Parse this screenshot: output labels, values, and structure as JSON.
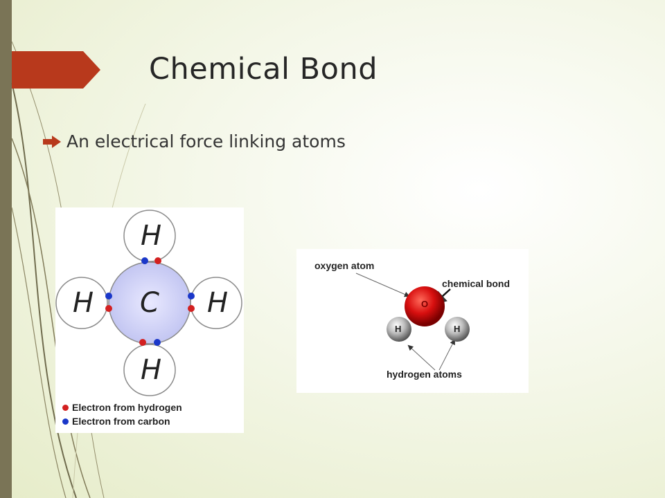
{
  "slide": {
    "title": "Chemical Bond",
    "bullets": [
      "An electrical force linking atoms"
    ]
  },
  "methane_figure": {
    "center_atom": "C",
    "outer_atoms": [
      "H",
      "H",
      "H",
      "H"
    ],
    "legend": [
      {
        "label": "Electron from hydrogen",
        "color": "#d32020"
      },
      {
        "label": "Electron from carbon",
        "color": "#1a37c9"
      }
    ]
  },
  "water_figure": {
    "labels": {
      "oxygen": "oxygen atom",
      "bond": "chemical bond",
      "hydrogen": "hydrogen atoms"
    },
    "ball_labels": {
      "oxygen": "O",
      "hydrogen_left": "H",
      "hydrogen_right": "H"
    }
  },
  "colors": {
    "accent": "#b8391c",
    "left_bar": "#7a7456",
    "background": "#eef2da"
  }
}
